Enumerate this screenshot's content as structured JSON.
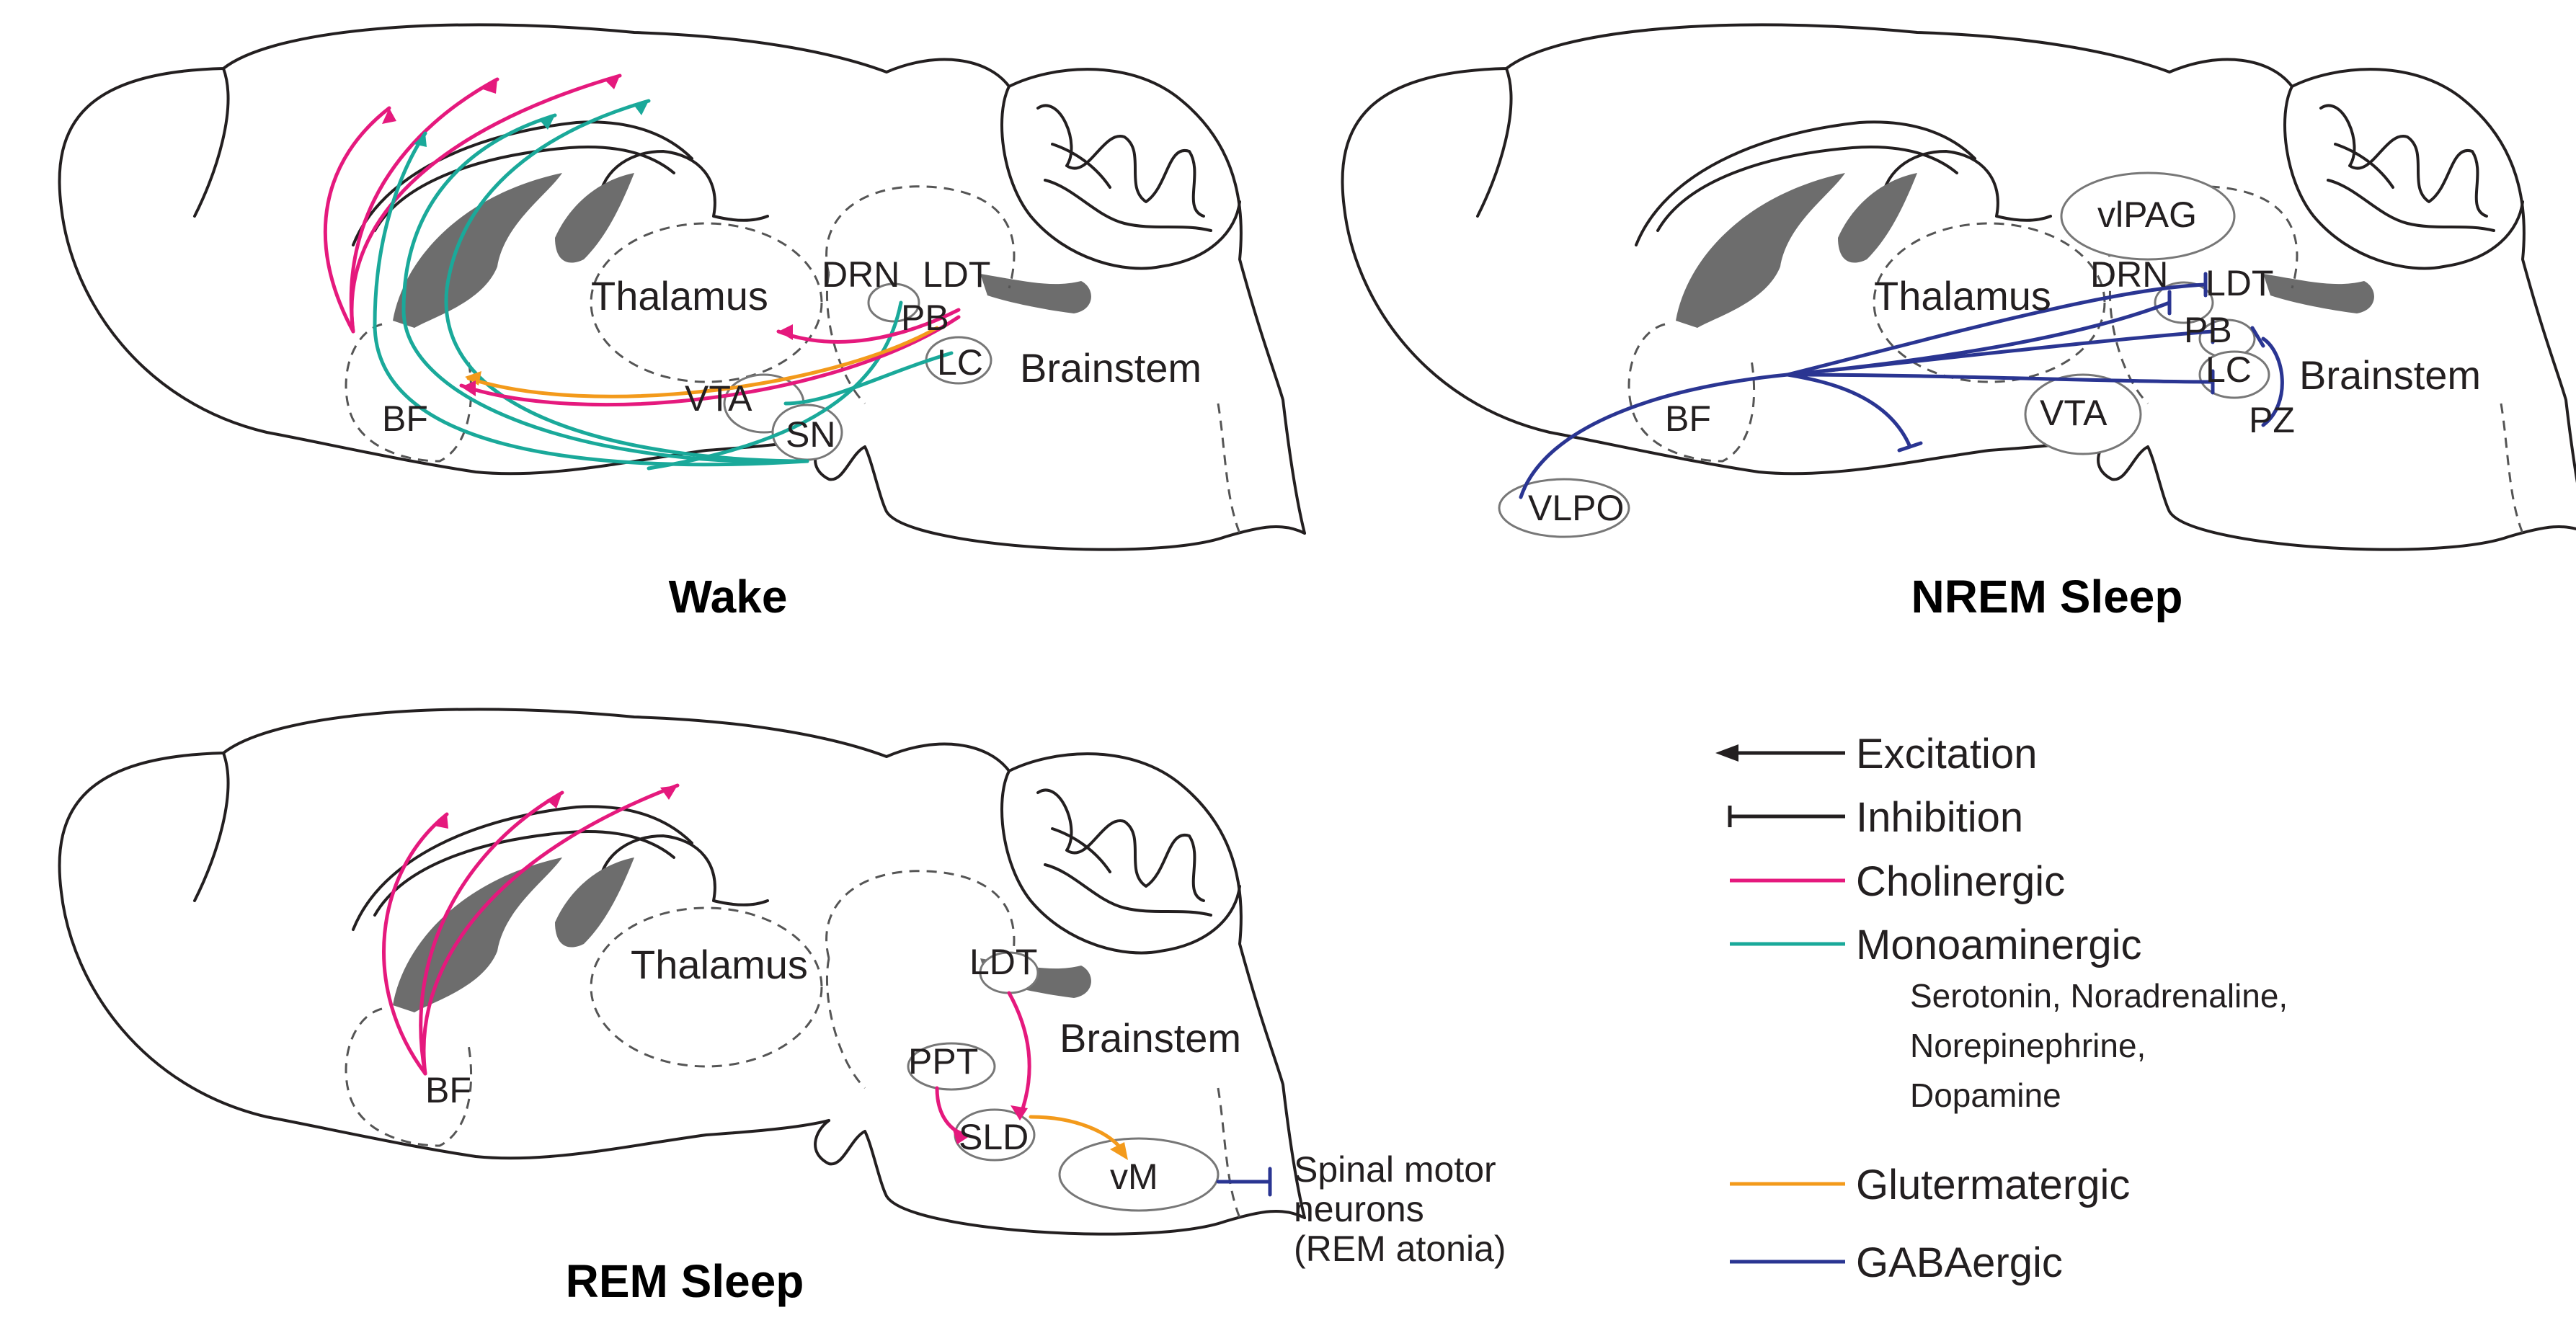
{
  "panels": [
    {
      "caption": "Wake",
      "regions": {
        "thalamus": "Thalamus",
        "brainstem": "Brainstem",
        "bf": "BF",
        "drn": "DRN",
        "ldt": "LDT",
        "pb": "PB",
        "lc": "LC",
        "vta": "VTA",
        "sn": "SN"
      }
    },
    {
      "caption": "NREM Sleep",
      "regions": {
        "vlpag": "vlPAG",
        "thalamus": "Thalamus",
        "drn": "DRN",
        "ldt": "LDT",
        "pb": "PB",
        "lc": "LC",
        "brainstem": "Brainstem",
        "pz": "PZ",
        "bf": "BF",
        "vta": "VTA",
        "vlpo": "VLPO"
      }
    },
    {
      "caption": "REM Sleep",
      "regions": {
        "thalamus": "Thalamus",
        "ldt": "LDT",
        "brainstem": "Brainstem",
        "bf": "BF",
        "ppt": "PPT",
        "sld": "SLD",
        "vm": "vM"
      },
      "target_lines": [
        "Spinal motor",
        "neurons",
        "(REM atonia)"
      ]
    }
  ],
  "legend": {
    "items": [
      {
        "label": "Excitation",
        "color": "#231f20",
        "marker": "arrow"
      },
      {
        "label": "Inhibition",
        "color": "#231f20",
        "marker": "bar"
      },
      {
        "label": "Cholinergic",
        "color": "#e5197d",
        "marker": "line"
      },
      {
        "label": "Monoaminergic",
        "color": "#1aa99a",
        "marker": "line"
      },
      {
        "label": "Glutermatergic",
        "color": "#f39a1b",
        "marker": "line"
      },
      {
        "label": "GABAergic",
        "color": "#2a3592",
        "marker": "line"
      }
    ],
    "monoaminergic_details": [
      "Serotonin, Noradrenaline,",
      "Norepinephrine,",
      "Dopamine"
    ]
  },
  "colors": {
    "cholinergic": "#e5197d",
    "monoaminergic": "#1aa99a",
    "glutamatergic": "#f39a1b",
    "gabaergic": "#2a3592",
    "outline": "#231f20",
    "ventricle": "#6d6d6d"
  }
}
